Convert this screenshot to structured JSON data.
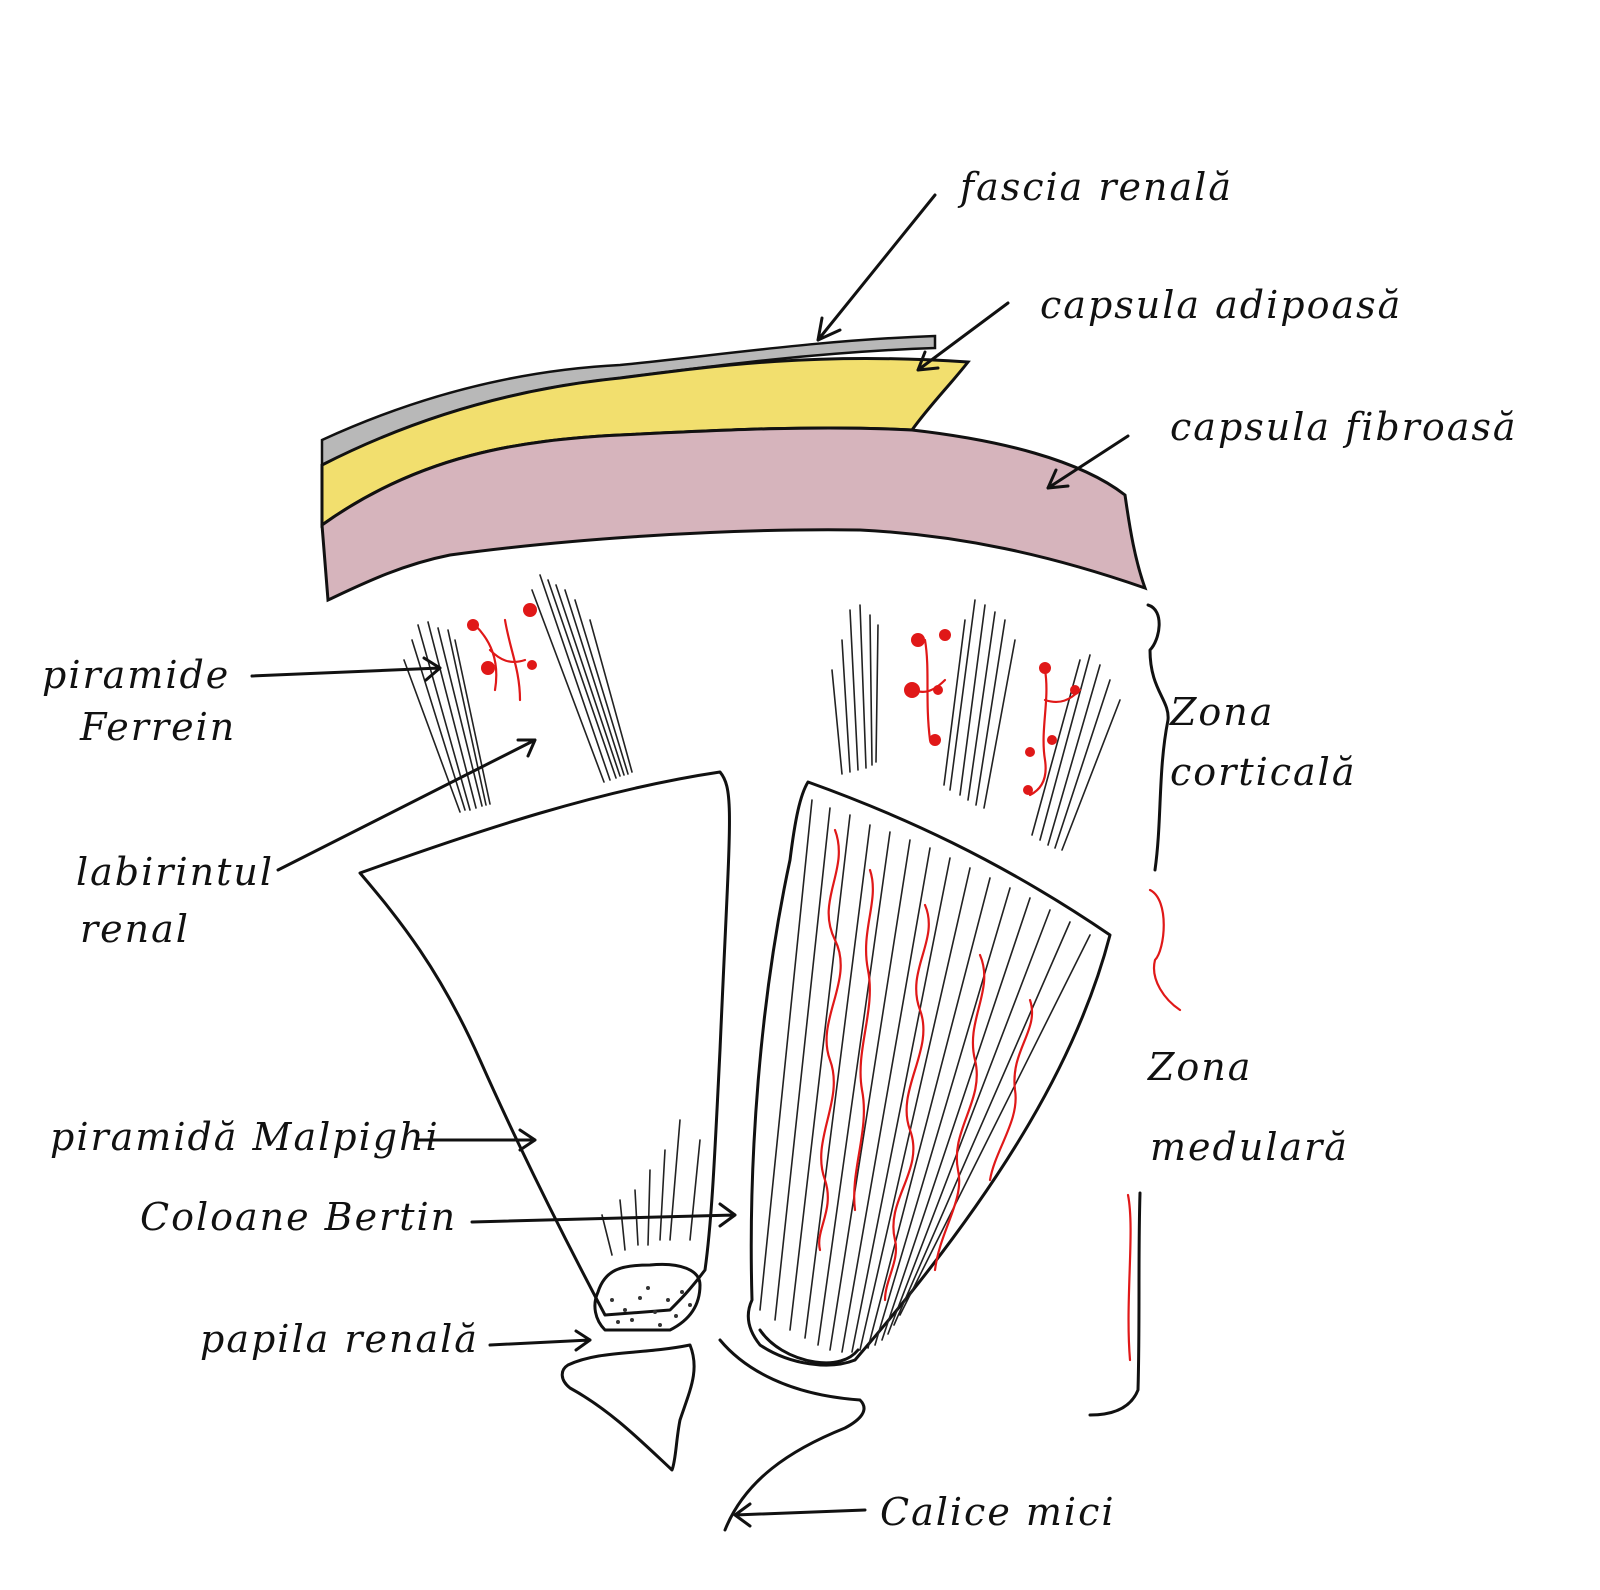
{
  "labels": {
    "fascia_renala": "fascia renală",
    "capsula_adipoasa": "capsula adipoasă",
    "capsula_fibroasa": "capsula fibroasă",
    "piramide_ferrein_1": "piramide",
    "piramide_ferrein_2": "Ferrein",
    "zona_corticala_1": "Zona",
    "zona_corticala_2": "corticală",
    "labirintul_renal_1": "labirintul",
    "labirintul_renal_2": "renal",
    "zona_medulara_1": "Zona",
    "zona_medulara_2": "medulară",
    "piramida_malpighi": "piramidă Malpighi",
    "coloane_bertin": "Coloane Bertin",
    "papila_renala": "papila renală",
    "calice_mici": "Calice mici"
  },
  "colors": {
    "ink": "#111111",
    "fascia_gray": "#b8b8b8",
    "adipose_yellow": "#f2df6e",
    "fibrous_mauve": "#d6b4bc",
    "vessel_red": "#e01818"
  }
}
